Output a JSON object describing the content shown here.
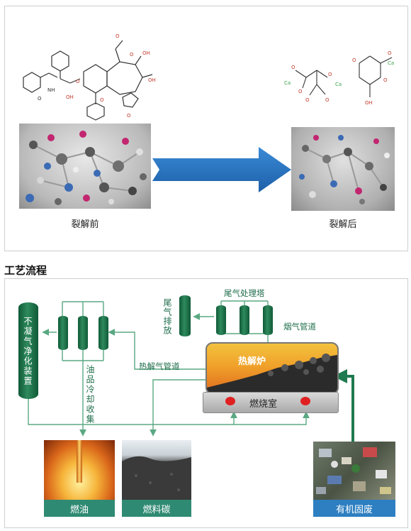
{
  "top_panel": {
    "before_label": "裂解前",
    "after_label": "裂解后"
  },
  "process": {
    "section_title": "工艺流程",
    "purifier_label": "不凝气净化装置",
    "oil_condenser_label": "油品冷却收集",
    "exhaust_vent_label": "尾气排放",
    "exhaust_tower_label": "尾气处理塔",
    "flue_pipe_label": "烟气管道",
    "pyrolysis_gas_pipe_label": "热解气管道",
    "pyrolysis_furnace_label": "热解炉",
    "combustion_chamber_label": "燃烧室",
    "fuel_oil_label": "燃油",
    "fuel_carbon_label": "燃料碳",
    "organic_solid_waste_label": "有机固废"
  },
  "colors": {
    "green_line": "#5aa882",
    "dark_green": "#1f6e4b",
    "arrow_blue": "#1f6fc0",
    "caption_teal": "#2f8a73",
    "caption_blue": "#2d7fc1"
  }
}
